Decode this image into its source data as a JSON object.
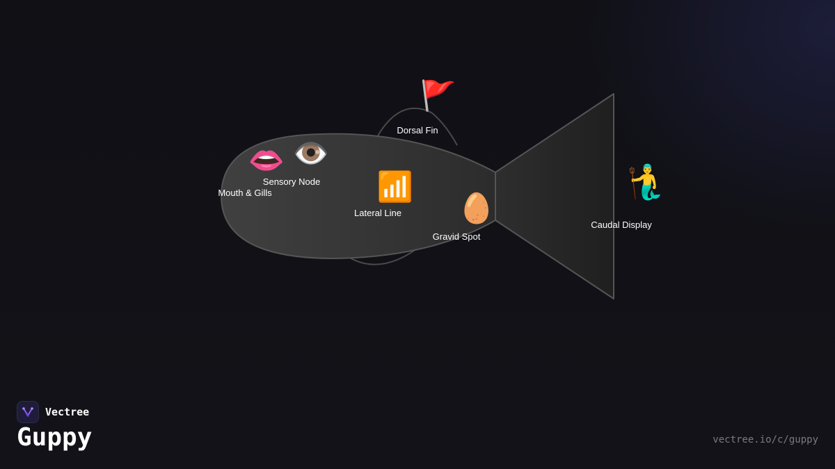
{
  "brand": {
    "name": "Vectree",
    "logo_icon": "vectree-logo-icon",
    "accent": "#8b5cf6"
  },
  "page": {
    "title": "Guppy",
    "url": "vectree.io/c/guppy"
  },
  "diagram": {
    "colors": {
      "background": "#111116",
      "body_fill": "#3a3a3a",
      "body_stroke": "#555555",
      "fin_stroke": "#4a4a4a",
      "label": "#ffffff"
    },
    "parts": [
      {
        "id": "dorsal",
        "label": "Dorsal Fin",
        "icon": "🚩",
        "icon_name": "red-flag-icon"
      },
      {
        "id": "sensory",
        "label": "Sensory Node",
        "icon": "👁️",
        "icon_name": "eye-icon"
      },
      {
        "id": "mouth",
        "label": "Mouth & Gills",
        "icon": "👄",
        "icon_name": "mouth-icon"
      },
      {
        "id": "lateral",
        "label": "Lateral Line",
        "icon": "📶",
        "icon_name": "signal-bars-icon"
      },
      {
        "id": "gravid",
        "label": "Gravid Spot",
        "icon": "🥚",
        "icon_name": "egg-icon"
      },
      {
        "id": "caudal",
        "label": "Caudal Display",
        "icon": "🧜‍♂️",
        "icon_name": "merman-icon"
      }
    ]
  }
}
